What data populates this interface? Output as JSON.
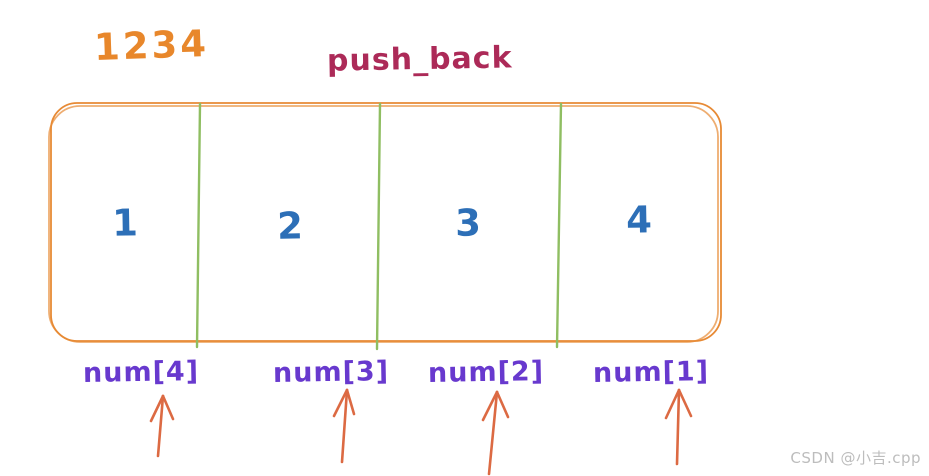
{
  "palette": {
    "sequence_orange": "#E8872B",
    "operation_crimson": "#AC2A58",
    "box_border_orange": "#E78A35",
    "divider_green": "#8FBE62",
    "value_blue": "#2D6FB7",
    "label_purple": "#6839CE",
    "arrow_salmon": "#DC6A43",
    "watermark_gray": "#BDBDBD"
  },
  "annotations": {
    "sequence": "1234",
    "operation": "push_back"
  },
  "array_box": {
    "cells": [
      "1",
      "2",
      "3",
      "4"
    ]
  },
  "index_labels": [
    "num[4]",
    "num[3]",
    "num[2]",
    "num[1]"
  ],
  "watermark": "CSDN @小吉.cpp"
}
